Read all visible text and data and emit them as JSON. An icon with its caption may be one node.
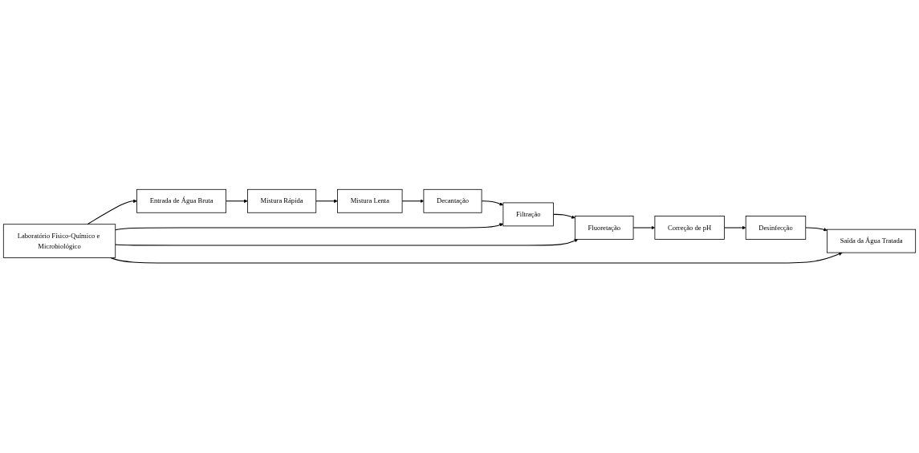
{
  "diagram": {
    "nodes": [
      {
        "text": [
          "Entrada de Água Bruta"
        ]
      },
      {
        "text": [
          "Mistura Rápida"
        ]
      },
      {
        "text": [
          "Mistura Lenta"
        ]
      },
      {
        "text": [
          "Decantação"
        ]
      },
      {
        "text": [
          "Filtração"
        ]
      },
      {
        "text": [
          "Laboratório Físico-Químico e Microbiológico"
        ]
      },
      {
        "text": [
          "Fluoretação"
        ]
      },
      {
        "text": [
          "Saída da Água Tratada"
        ]
      },
      {
        "text": [
          "Desinfecção"
        ]
      },
      {
        "text": [
          "Correção de pH"
        ]
      }
    ],
    "edges": [
      {
        "from": 0,
        "to": 1,
        "arrow": "to"
      },
      {
        "from": 1,
        "to": 2,
        "arrow": "to"
      },
      {
        "from": 2,
        "to": 3,
        "arrow": "to"
      },
      {
        "from": 3,
        "to": 4,
        "arrow": "to"
      },
      {
        "from": 4,
        "to": 6,
        "arrow": "to"
      },
      {
        "from": 6,
        "to": 9,
        "arrow": "to"
      },
      {
        "from": 9,
        "to": 8,
        "arrow": "to"
      },
      {
        "from": 8,
        "to": 7,
        "arrow": "to"
      },
      {
        "from": 5,
        "to": 0,
        "arrow": "to"
      },
      {
        "from": 5,
        "to": 4,
        "arrow": "to"
      },
      {
        "from": 5,
        "to": 6,
        "arrow": "to"
      },
      {
        "from": 5,
        "to": 7,
        "arrow": "to"
      }
    ]
  }
}
